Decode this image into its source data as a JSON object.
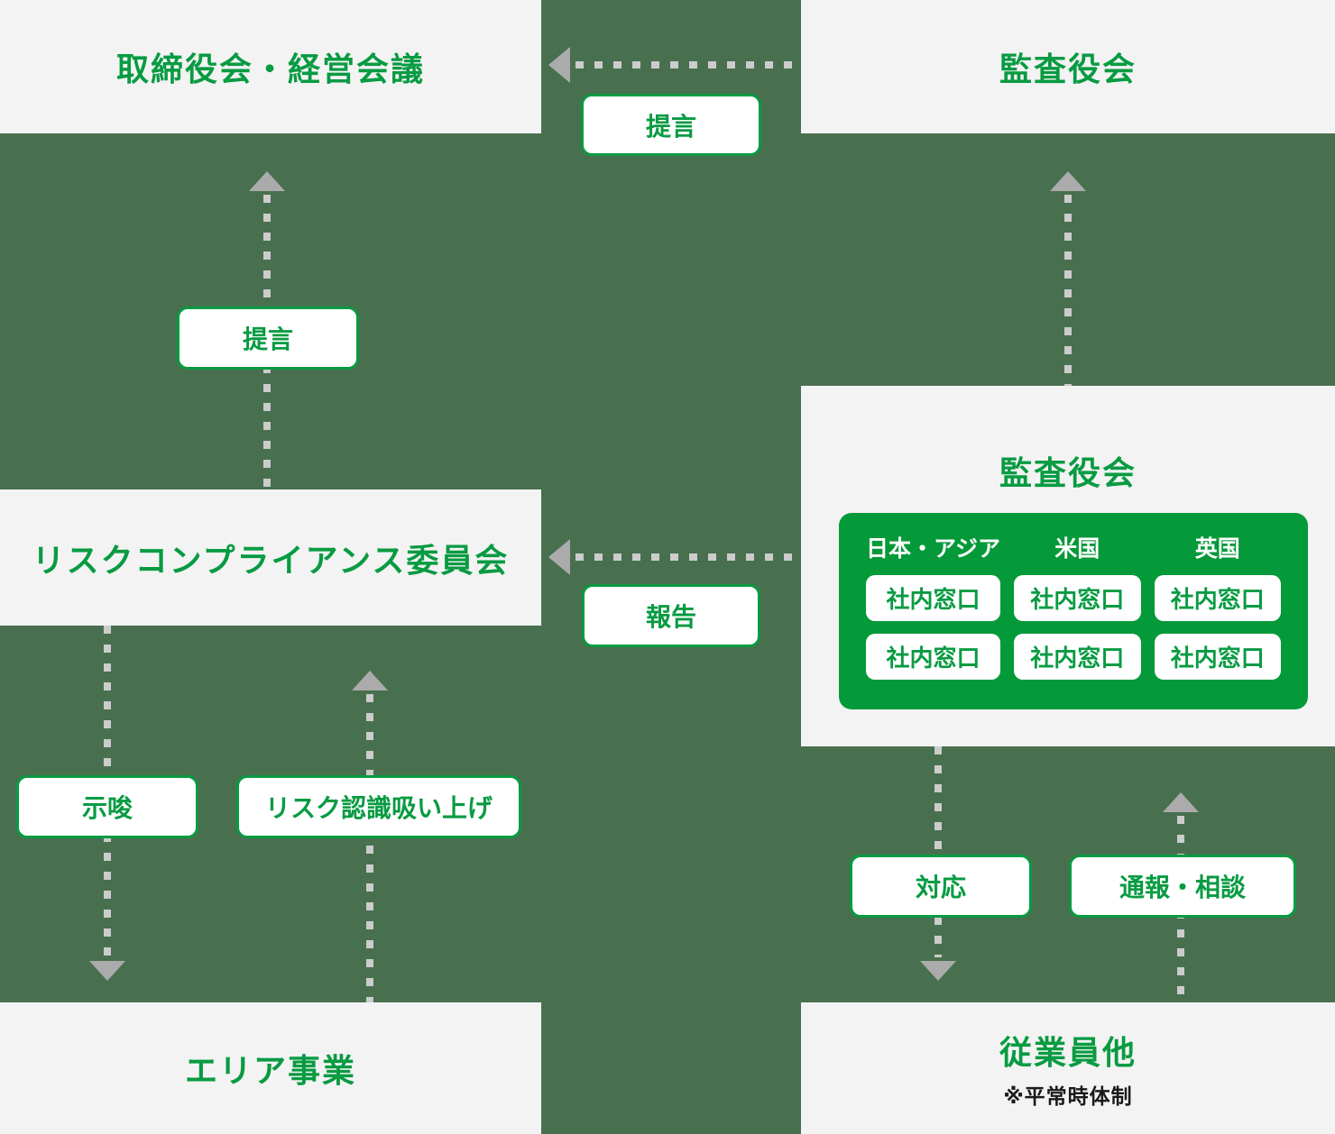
{
  "colors": {
    "background": "#48704F",
    "node_background": "#F3F3F3",
    "accent_green": "#089B42",
    "panel_green": "#049939",
    "dash_gray": "#CCCCCC",
    "arrow_gray": "#ABABAB",
    "note_text": "#1A1A1A"
  },
  "nodes": {
    "board": {
      "title": "取締役会・経営会議"
    },
    "audit_board_top": {
      "title": "監査役会"
    },
    "risk_committee": {
      "title": "リスクコンプライアンス委員会"
    },
    "audit_board_mid": {
      "title": "監査役会",
      "regions": [
        "日本・アジア",
        "米国",
        "英国"
      ],
      "contacts": [
        [
          "社内窓口",
          "社内窓口",
          "社内窓口"
        ],
        [
          "社内窓口",
          "社内窓口",
          "社内窓口"
        ]
      ]
    },
    "area_business": {
      "title": "エリア事業"
    },
    "employees": {
      "title": "従業員他",
      "note": "※平常時体制"
    }
  },
  "arrow_labels": {
    "teigen_top": "提言",
    "teigen_mid": "提言",
    "houkoku": "報告",
    "shisa": "示唆",
    "risk_pickup": "リスク認識吸い上げ",
    "taiou": "対応",
    "tsuhou_soudan": "通報・相談"
  }
}
